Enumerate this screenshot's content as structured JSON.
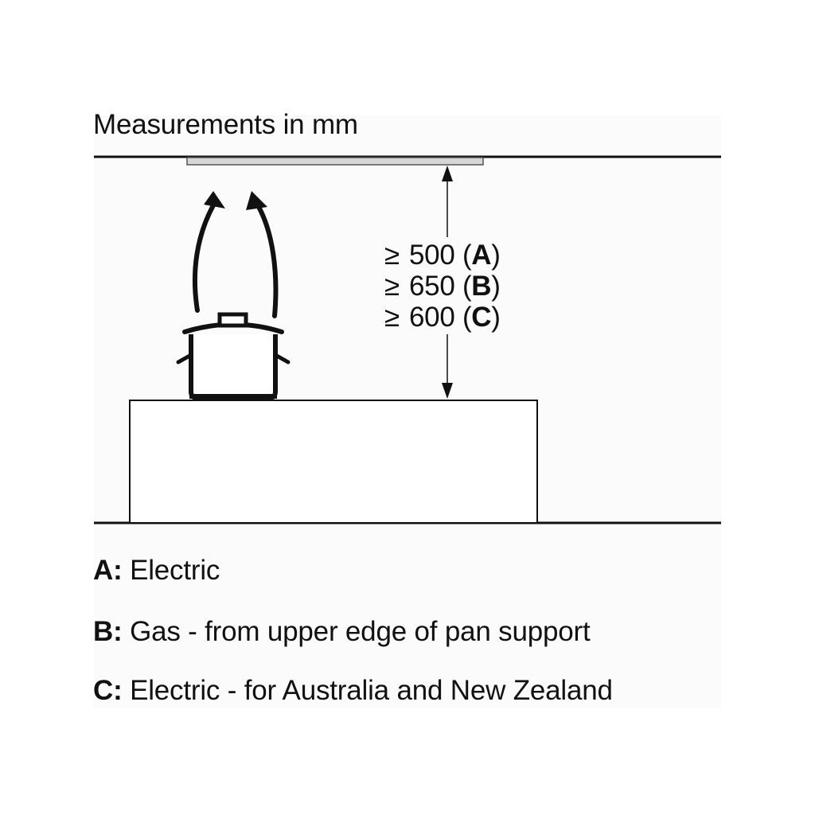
{
  "heading": "Measurements in mm",
  "dimensions": [
    {
      "symbol": "≥",
      "value": "500",
      "open": "(",
      "key": "A",
      "close": ")"
    },
    {
      "symbol": "≥",
      "value": "650",
      "open": "(",
      "key": "B",
      "close": ")"
    },
    {
      "symbol": "≥",
      "value": "600",
      "open": "(",
      "key": "C",
      "close": ")"
    }
  ],
  "legend": [
    {
      "key": "A:",
      "text": "Electric"
    },
    {
      "key": "B:",
      "text": "Gas - from upper edge of pan support"
    },
    {
      "key": "C:",
      "text": "Electric - for Australia and New Zealand"
    }
  ],
  "colors": {
    "line": "#111111",
    "hood": "#d6d6d6",
    "panel": "#fbfbfb"
  }
}
